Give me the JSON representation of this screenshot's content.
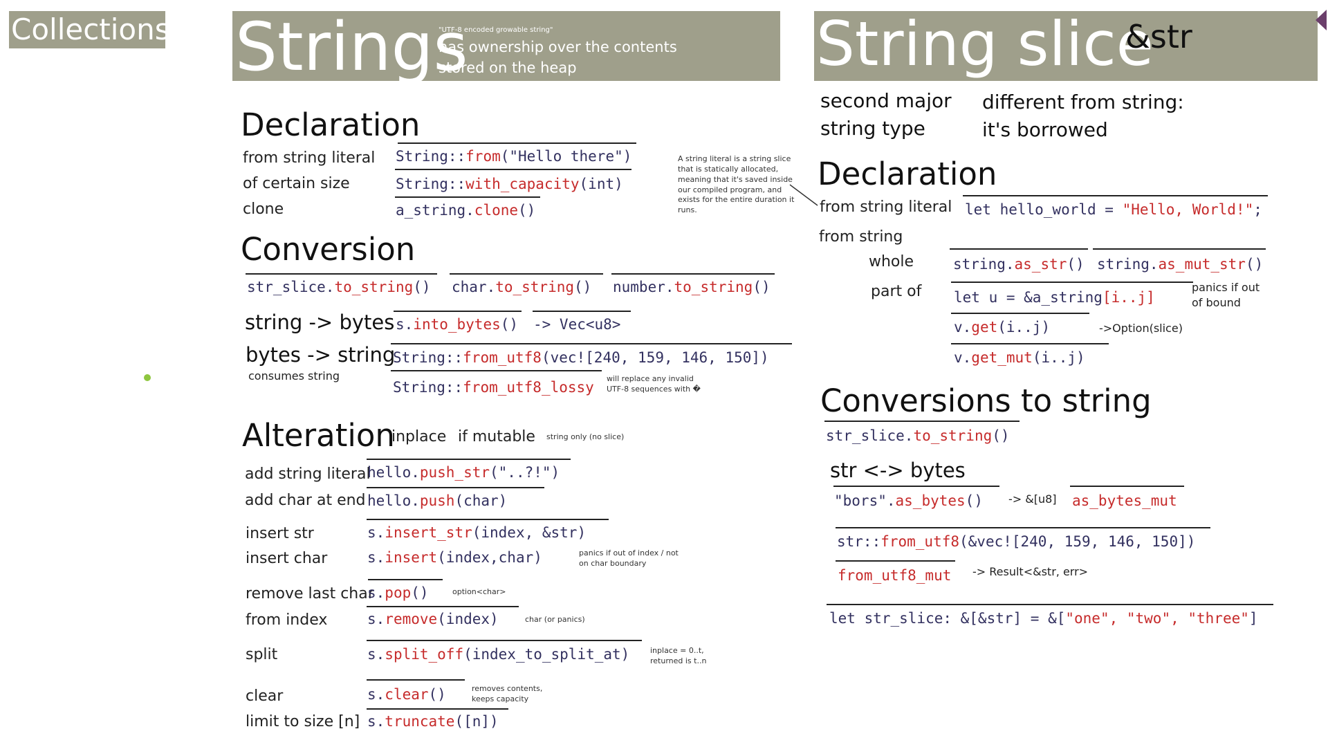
{
  "collections_tag": "Collections",
  "strings_panel": {
    "title": "Strings",
    "note": "\"UTF-8 encoded growable string\"",
    "desc1": "has ownership over the contents",
    "desc2": "stored on the heap"
  },
  "slice_panel": {
    "title": "String slice",
    "ref": "&str",
    "second1": "second major",
    "second2": "string type",
    "diff1": "different from string:",
    "diff2": "it's borrowed"
  },
  "s_decl": {
    "heading": "Declaration",
    "lit_label": "from string literal",
    "lit_a": "String::",
    "lit_b": "from",
    "lit_c": "(\"Hello there\")",
    "size_label": "of certain size",
    "size_a": "String::",
    "size_b": "with_capacity",
    "size_c": "(int)",
    "clone_label": "clone",
    "clone_a": "a_string.",
    "clone_b": "clone",
    "clone_c": "()",
    "note1": "A string literal is a string slice",
    "note2": "that is statically allocated,",
    "note3": "meaning that it's saved inside",
    "note4": "our compiled program, and",
    "note5": "exists for the entire duration it",
    "note6": "runs."
  },
  "s_conv": {
    "heading": "Conversion",
    "c1a": "str_slice.",
    "c1b": "to_string",
    "c1c": "()",
    "c2a": "char.",
    "c2b": "to_string",
    "c2c": "()",
    "c3a": "number.",
    "c3b": "to_string",
    "c3c": "()",
    "sb_label": "string -> bytes",
    "sb_a": "s.",
    "sb_b": "into_bytes",
    "sb_c": "()",
    "sb_arrow": "-> Vec<u8>",
    "bs_label": "bytes -> string",
    "bs_sub": "consumes string",
    "bs1_a": "String::",
    "bs1_b": "from_utf8",
    "bs1_c": "(vec![240, 159, 146, 150])",
    "bs2_a": "String::",
    "bs2_b": "from_utf8_lossy",
    "bs2_note1": "will replace any invalid",
    "bs2_note2": "UTF-8 sequences with �"
  },
  "s_alt": {
    "heading": "Alteration",
    "inplace": "inplace",
    "ifmut": "if mutable",
    "only": "string only  (no slice)",
    "r1_label": "add string literal",
    "r1_a": "hello.",
    "r1_b": "push_str",
    "r1_c": "(\"..?!\")",
    "r2_label": "add char at end",
    "r2_a": "hello.",
    "r2_b": "push",
    "r2_c": "(char)",
    "r3_label": "insert str",
    "r3_a": "s.",
    "r3_b": "insert_str",
    "r3_c": "(index, &str)",
    "r4_label": "insert char",
    "r4_a": "s.",
    "r4_b": "insert",
    "r4_c": "(index,char)",
    "r4_note1": "panics if out of index / not",
    "r4_note2": "on char boundary",
    "r5_label": "remove last char",
    "r5_a": "s.",
    "r5_b": "pop",
    "r5_c": "()",
    "r5_note": "option<char>",
    "r6_label": "from index",
    "r6_a": "s.",
    "r6_b": "remove",
    "r6_c": "(index)",
    "r6_note": "char (or panics)",
    "r7_label": "split",
    "r7_a": "s.",
    "r7_b": "split_off",
    "r7_c": "(index_to_split_at)",
    "r7_note1": "inplace = 0..t,",
    "r7_note2": "returned is t..n",
    "r8_label": "clear",
    "r8_a": "s.",
    "r8_b": "clear",
    "r8_c": "()",
    "r8_note1": "removes contents,",
    "r8_note2": "keeps capacity",
    "r9_label": "limit to size [n]",
    "r9_a": "s.",
    "r9_b": "truncate",
    "r9_c": "([n])"
  },
  "r_decl": {
    "heading": "Declaration",
    "lit_label": "from string literal",
    "lit_a": "let hello_world = ",
    "lit_b": "\"Hello, World!\"",
    "lit_c": ";",
    "from_string": "from string",
    "whole": "whole",
    "w1_a": "string.",
    "w1_b": "as_str",
    "w1_c": "()",
    "w2_a": "string.",
    "w2_b": "as_mut_str",
    "w2_c": "()",
    "partof": "part of",
    "p1_a": "let u = &a_string",
    "p1_b": "[i..j]",
    "p1_note1": "panics if out",
    "p1_note2": "of bound",
    "p2_a": "v.",
    "p2_b": "get",
    "p2_c": "(i..j)",
    "p2_note": "->Option(slice)",
    "p3_a": "v.",
    "p3_b": "get_mut",
    "p3_c": "(i..j)"
  },
  "r_conv": {
    "heading": "Conversions to string",
    "c1_a": "str_slice.",
    "c1_b": "to_string",
    "c1_c": "()",
    "sub": "str <-> bytes",
    "b1_a": "\"bors\".",
    "b1_b": "as_bytes",
    "b1_c": "()",
    "b1_note": "-> &[u8]",
    "b2": "as_bytes_mut",
    "f1_a": "str::",
    "f1_b": "from_utf8",
    "f1_c": "(&vec![240, 159, 146, 150])",
    "f2": "from_utf8_mut",
    "f2_note": "-> Result<&str, err>",
    "let_a": "let str_slice: &[&str] = &[",
    "let_b": "\"one\", \"two\", \"three\"",
    "let_c": "]"
  },
  "colors": {
    "banner": "#9f9f8b",
    "keyword": "#c62b2b",
    "code": "#32305f",
    "dot": "#8ec63f",
    "arrow": "#6b3f6b"
  }
}
